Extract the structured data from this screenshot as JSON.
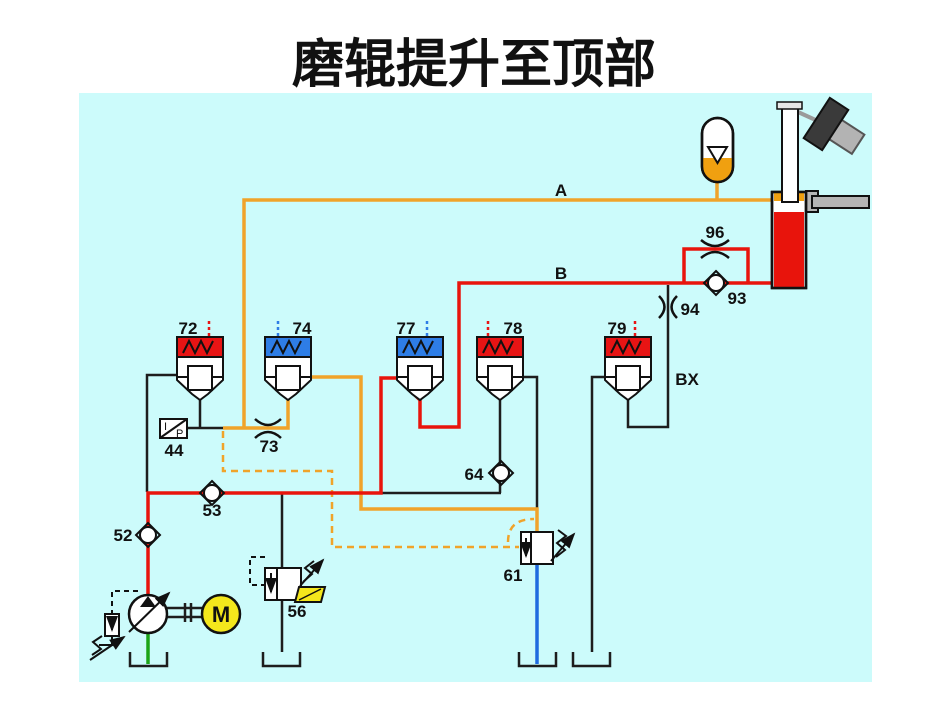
{
  "title": "磨辊提升至顶部",
  "colors": {
    "panel_background": "#ccfbfb",
    "pilot_orange": "#f0a32a",
    "pressure_red": "#e8140c",
    "return_black": "#1d1d1d",
    "suction_green": "#1ca417",
    "drain_blue": "#1e6be0",
    "valve_band_red": "#e81414",
    "valve_band_blue": "#2e7de6",
    "solenoid_yellow": "#f4e71c",
    "motor_yellow": "#f4e71c",
    "accumulator_orange": "#f0a010",
    "roller_dark": "#3a3a3a",
    "roller_gray": "#b3b3b3"
  },
  "line_labels": {
    "a": "A",
    "b": "B",
    "bx": "BX"
  },
  "components": {
    "motor": {
      "label": "M"
    },
    "transducer": {
      "id": "44",
      "top": "I",
      "bottom": "P"
    },
    "cartridge_valves": [
      {
        "id": "72",
        "band": "red"
      },
      {
        "id": "74",
        "band": "blue"
      },
      {
        "id": "77",
        "band": "blue"
      },
      {
        "id": "78",
        "band": "red"
      },
      {
        "id": "79",
        "band": "red"
      }
    ],
    "check_valves": [
      {
        "id": "52"
      },
      {
        "id": "53"
      },
      {
        "id": "64"
      },
      {
        "id": "93"
      }
    ],
    "throttles": [
      {
        "id": "73"
      },
      {
        "id": "94"
      },
      {
        "id": "96"
      }
    ],
    "solenoid_valve": {
      "id": "56"
    },
    "relief_valve": {
      "id": "61"
    }
  }
}
